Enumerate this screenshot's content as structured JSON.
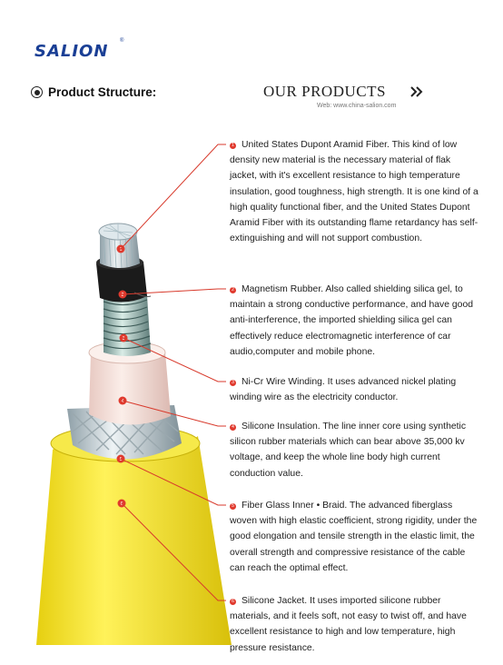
{
  "brand": {
    "name": "SALION",
    "registered": "®"
  },
  "header": {
    "section_title": "Product Structure:",
    "our_products": "OUR PRODUCTS",
    "web": "Web: www.china-salion.com"
  },
  "colors": {
    "accent": "#e03a2e",
    "brand": "#1a3f95",
    "jacket": "#f2e21e"
  },
  "items": [
    {
      "num": "1",
      "text": "United States Dupont Aramid Fiber. This kind of low density new material is the necessary material of flak jacket, with it's excellent resistance to high temperature insulation, good toughness, high strength. It is one kind of a high quality functional fiber, and the United States Dupont Aramid Fiber with its outstanding flame retardancy has self-extinguishing and will not support combustion."
    },
    {
      "num": "2",
      "text": "Magnetism Rubber. Also called shielding silica gel, to maintain a strong conductive performance, and have good anti-interference, the imported shielding silica gel can effectively reduce electromagnetic interference of car audio,computer and mobile phone."
    },
    {
      "num": "3",
      "text": "Ni-Cr Wire Winding. It uses advanced nickel plating winding wire as the electricity conductor."
    },
    {
      "num": "4",
      "text": "Silicone Insulation. The line inner core using synthetic silicon rubber materials which can bear above 35,000 kv voltage, and keep the whole line body high current conduction value."
    },
    {
      "num": "5",
      "text": "Fiber Glass Inner • Braid. The advanced fiberglass woven with high elastic coefficient, strong rigidity, under the good elongation and tensile strength in the elastic limit, the overall strength and compressive resistance of the cable can reach the optimal effect."
    },
    {
      "num": "6",
      "text": "Silicone Jacket. It uses imported silicone rubber materials, and it feels soft, not easy to twist off, and have excellent resistance to high and low temperature, high pressure resistance."
    }
  ]
}
